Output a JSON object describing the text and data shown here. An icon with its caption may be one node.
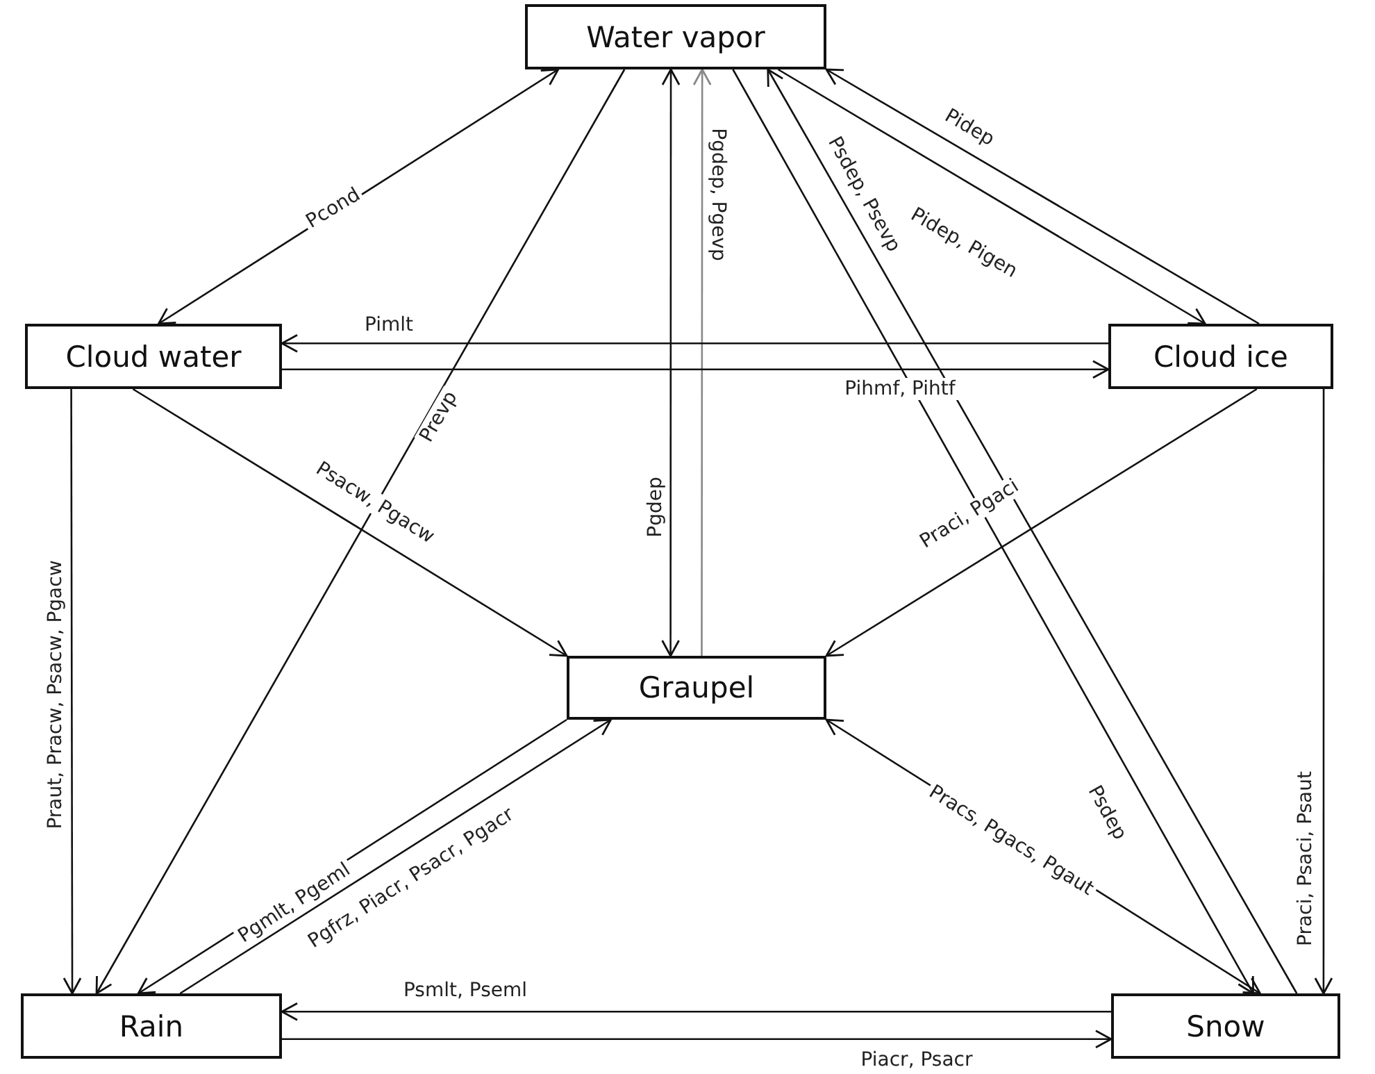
{
  "diagram": {
    "nodes": [
      {
        "text": [
          "Water vapor"
        ]
      },
      {
        "text": [
          "Cloud water"
        ]
      },
      {
        "text": [
          "Cloud ice"
        ]
      },
      {
        "text": [
          "Graupel"
        ]
      },
      {
        "text": [
          "Rain"
        ]
      },
      {
        "text": [
          "Snow"
        ]
      }
    ],
    "edges": [
      {
        "from": 0,
        "to": 1,
        "arrow": "both",
        "label": "Pcond"
      },
      {
        "from": 0,
        "to": 4,
        "arrow": "to",
        "label": "Prevp"
      },
      {
        "from": 0,
        "to": 3,
        "arrow": "both",
        "label": "Pgdep"
      },
      {
        "from": 3,
        "to": 0,
        "arrow": "to",
        "label": "Pgdep, Pgevp",
        "color": "#888888"
      },
      {
        "from": 0,
        "to": 5,
        "arrow": "to",
        "label": "Psdep"
      },
      {
        "from": 5,
        "to": 0,
        "arrow": "to",
        "label": "Psdep, Psevp"
      },
      {
        "from": 2,
        "to": 0,
        "arrow": "to",
        "label": "Pidep"
      },
      {
        "from": 0,
        "to": 2,
        "arrow": "to",
        "label": "Pidep, Pigen"
      },
      {
        "from": 2,
        "to": 1,
        "arrow": "to",
        "label": "Pimlt"
      },
      {
        "from": 1,
        "to": 2,
        "arrow": "to",
        "label": "Pihmf, Pihtf"
      },
      {
        "from": 1,
        "to": 3,
        "arrow": "to",
        "label": "Psacw, Pgacw"
      },
      {
        "from": 2,
        "to": 3,
        "arrow": "to",
        "label": "Praci, Pgaci"
      },
      {
        "from": 1,
        "to": 4,
        "arrow": "to",
        "label": "Praut, Pracw, Psacw, Pgacw"
      },
      {
        "from": 2,
        "to": 5,
        "arrow": "to",
        "label": "Praci, Psaci, Psaut"
      },
      {
        "from": 3,
        "to": 4,
        "arrow": "to",
        "label": "Pgmlt, Pgeml"
      },
      {
        "from": 4,
        "to": 3,
        "arrow": "to",
        "label": "Pgfrz, Piacr, Psacr, Pgacr"
      },
      {
        "from": 3,
        "to": 5,
        "arrow": "both",
        "label": "Pracs, Pgacs, Pgaut"
      },
      {
        "from": 5,
        "to": 4,
        "arrow": "to",
        "label": "Psmlt, Pseml"
      },
      {
        "from": 4,
        "to": 5,
        "arrow": "to",
        "label": "Piacr, Psacr"
      }
    ]
  }
}
